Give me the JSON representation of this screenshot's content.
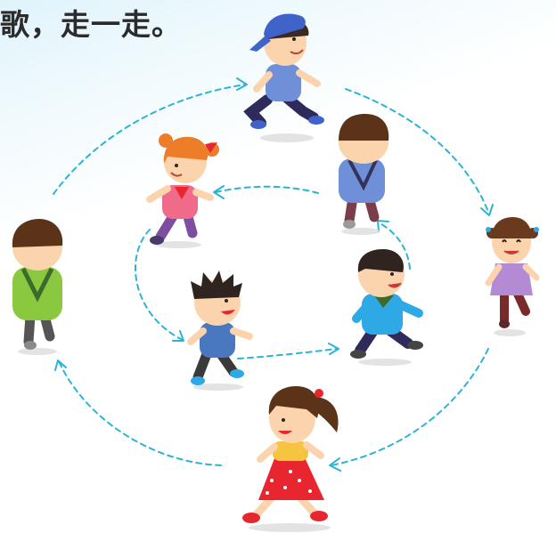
{
  "caption": {
    "text": "歌，走一走。"
  },
  "colors": {
    "path": "#2bb5d3",
    "skin": "#fbd4ae",
    "hair_dark": "#2f2420",
    "hair_brown": "#5a3318",
    "hair_orange": "#ee7d2a",
    "cap_blue": "#3f63c9",
    "shirt_blue": "#6f8fd8",
    "shirt_green": "#8ac93f",
    "shirt_pink": "#f06a8a",
    "shirt_lilac": "#b28bd4",
    "shirt_cyan": "#2fa8e6",
    "shirt_red": "#e7262f",
    "pants_navy": "#2f2a5c",
    "pants_purple": "#7d4ea0",
    "pants_dark": "#3a3a3a"
  },
  "children": [
    {
      "id": "cap-boy",
      "direction": "right"
    },
    {
      "id": "back-boy-top",
      "direction": "away"
    },
    {
      "id": "orange-girl",
      "direction": "left"
    },
    {
      "id": "green-back-boy",
      "direction": "away"
    },
    {
      "id": "pigtail-girl",
      "direction": "front"
    },
    {
      "id": "spiky-boy",
      "direction": "right"
    },
    {
      "id": "blue-shirt-boy",
      "direction": "right"
    },
    {
      "id": "red-dress-girl",
      "direction": "left"
    }
  ]
}
